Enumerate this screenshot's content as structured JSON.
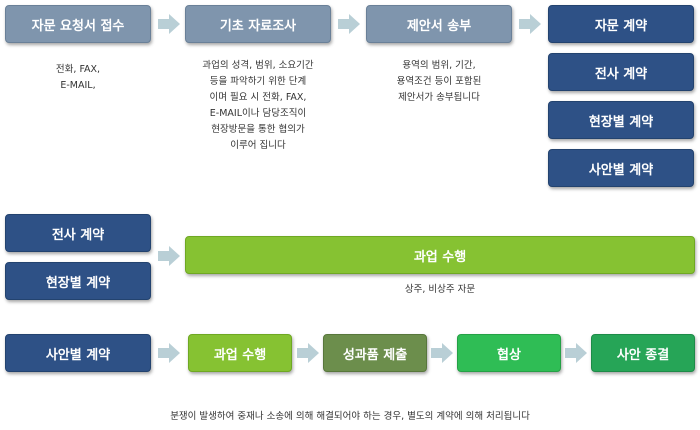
{
  "row1": {
    "step1": "자문 요청서 접수",
    "step2": "기초 자료조사",
    "step3": "제안서 송부",
    "contracts": [
      "자문 계약",
      "전사 계약",
      "현장별 계약",
      "사안별 계약"
    ],
    "desc1": [
      "전화, FAX,",
      "E-MAIL,"
    ],
    "desc2": [
      "과업의 성격, 범위, 소요기간",
      "등을 파악하기 위한 단계",
      "이며 필요 시 전화, FAX,",
      "E-MAIL이나 담당조직이",
      "현장방문을 통한 협의가",
      "이루어 집니다"
    ],
    "desc3": [
      "용역의 범위, 기간,",
      "용역조건 등이 포함된",
      "제안서가 송부됩니다"
    ]
  },
  "row2": {
    "contract_a": "전사 계약",
    "contract_b": "현장별 계약",
    "task": "과업 수행",
    "task_desc": "상주, 비상주 자문"
  },
  "row3": {
    "contract": "사안별 계약",
    "task": "과업 수행",
    "deliverable": "성과품 제출",
    "negotiation": "협상",
    "closing": "사안 종결",
    "footnote": "분쟁이 발생하여 중재나 소송에 의해 해결되어야 하는 경우, 별도의 계약에 의해 처리됩니다"
  },
  "colors": {
    "steel": "#7f95ad",
    "navy": "#2e5186",
    "lime": "#86c232",
    "olive": "#6c8e4c",
    "green": "#2fbd55",
    "arrow": "#b9cfd6"
  }
}
